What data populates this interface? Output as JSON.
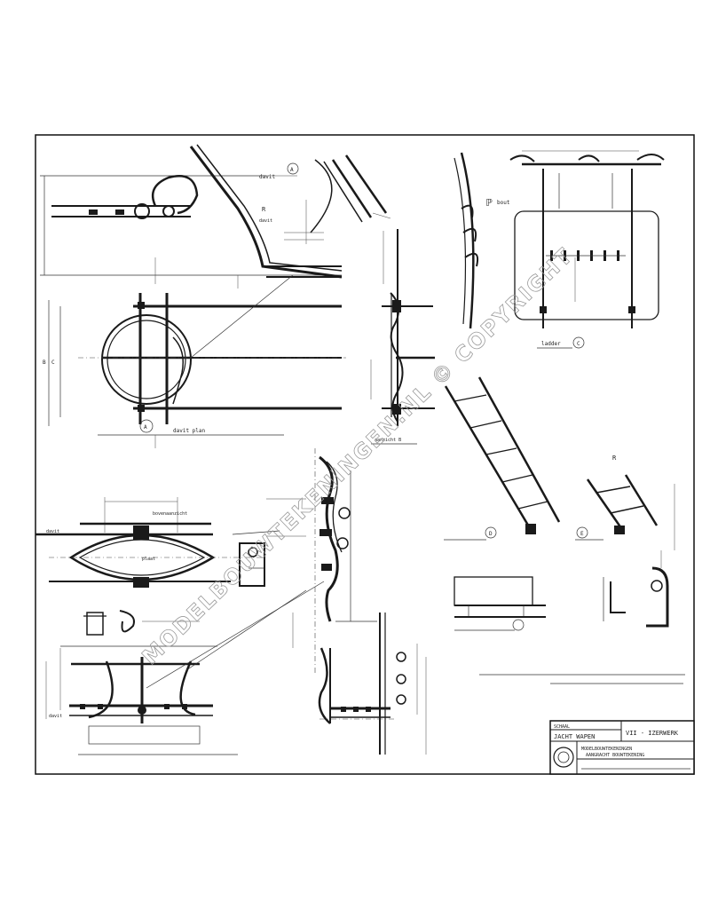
{
  "watermark": "MODELBOUWTEKENINGEN.NL © COPYRIGHT",
  "title_block": {
    "scale_label": "SCHAAL",
    "drawing_no": "VII - IZERWERK",
    "title": "JACHT WAPEN",
    "subtitle_1": "MODELBOUWTEKENINGEN",
    "subtitle_2": "AANGRACHT BOUWTEKENING"
  }
}
